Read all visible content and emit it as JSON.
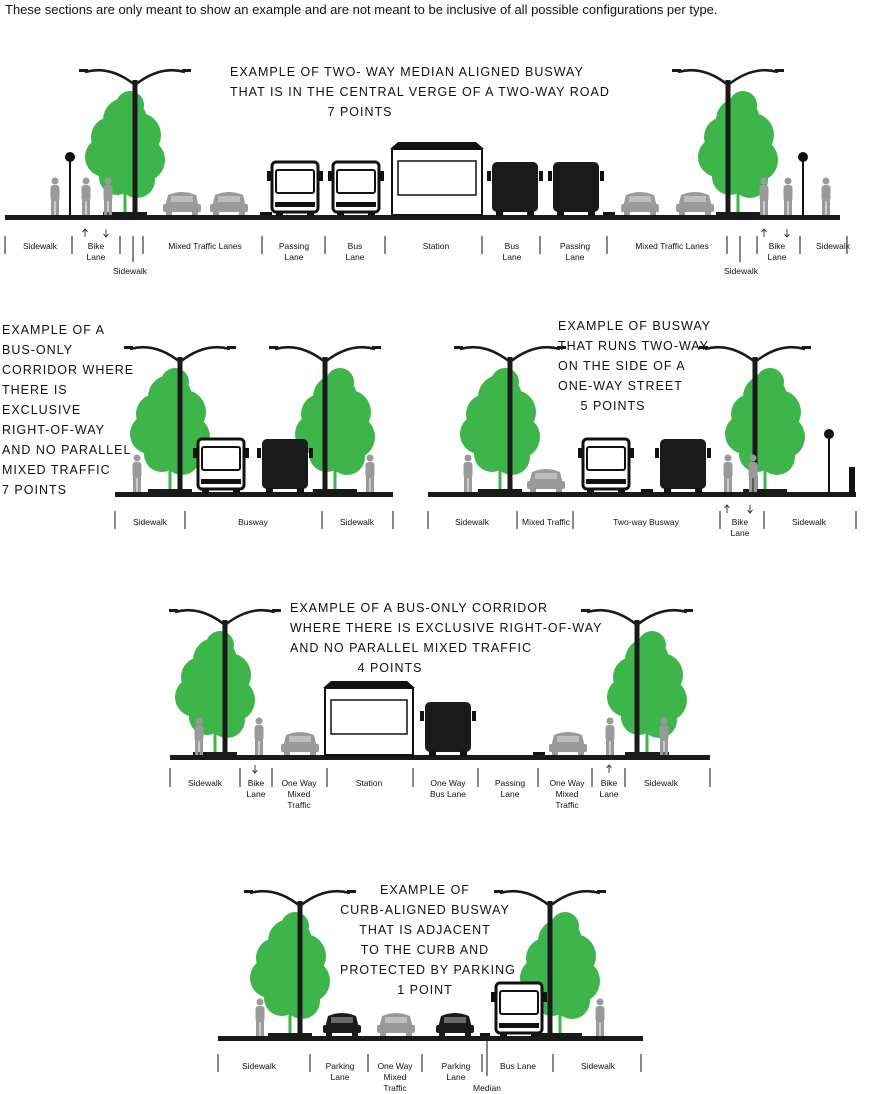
{
  "note": "These sections are only meant to show an example and are not meant to be inclusive of all possible configurations per type.",
  "colors": {
    "tree": "#3db54a",
    "trunk": "#3db54a",
    "pole": "#1a1a1a",
    "ground": "#1a1a1a",
    "car_gray": "#9a9a9a",
    "person_gray": "#9a9a9a",
    "bus_dark": "#1a1a1a"
  },
  "sections": [
    {
      "id": "two-way-median",
      "title": [
        "EXAMPLE OF TWO- WAY MEDIAN ALIGNED BUSWAY",
        "THAT IS IN THE CENTRAL VERGE  OF A TWO-WAY ROAD",
        "7 POINTS"
      ],
      "labels": [
        "Sidewalk",
        "Bike\nLane",
        "Sidewalk",
        "Mixed Traffic Lanes",
        "Passing\nLane",
        "Bus\nLane",
        "Station",
        "Bus\nLane",
        "Passing\nLane",
        "Mixed Traffic Lanes",
        "Sidewalk",
        "Bike\nLane",
        "Sidewalk"
      ]
    },
    {
      "id": "bus-only-7",
      "title": [
        "EXAMPLE OF A",
        "BUS-ONLY",
        "CORRIDOR WHERE",
        "THERE IS",
        "EXCLUSIVE",
        "RIGHT-OF-WAY",
        "AND NO PARALLEL",
        "MIXED TRAFFIC",
        "7 POINTS"
      ],
      "labels": [
        "Sidewalk",
        "Busway",
        "Sidewalk"
      ]
    },
    {
      "id": "side-two-way",
      "title": [
        "EXAMPLE OF BUSWAY",
        "THAT RUNS TWO-WAY",
        "ON THE SIDE OF A",
        "ONE-WAY STREET",
        "5 POINTS"
      ],
      "labels": [
        "Sidewalk",
        "Mixed Traffic",
        "Two-way Busway",
        "Bike\nLane",
        "Sidewalk"
      ]
    },
    {
      "id": "bus-only-4",
      "title": [
        "EXAMPLE OF A BUS-ONLY CORRIDOR",
        "WHERE THERE IS EXCLUSIVE RIGHT-OF-WAY",
        "AND NO PARALLEL MIXED TRAFFIC",
        "4 POINTS"
      ],
      "labels": [
        "Sidewalk",
        "Bike\nLane",
        "One Way\nMixed\nTraffic",
        "Station",
        "One Way\nBus Lane",
        "Passing\nLane",
        "One Way\nMixed\nTraffic",
        "Bike\nLane",
        "Sidewalk"
      ]
    },
    {
      "id": "curb-aligned",
      "title": [
        "EXAMPLE OF",
        "CURB-ALIGNED BUSWAY",
        "THAT IS ADJACENT",
        "TO THE CURB AND",
        "PROTECTED BY PARKING",
        "1 POINT"
      ],
      "labels": [
        "Sidewalk",
        "Parking\nLane",
        "One Way\nMixed\nTraffic",
        "Parking\nLane",
        "Median",
        "Bus Lane",
        "Sidewalk"
      ]
    }
  ]
}
